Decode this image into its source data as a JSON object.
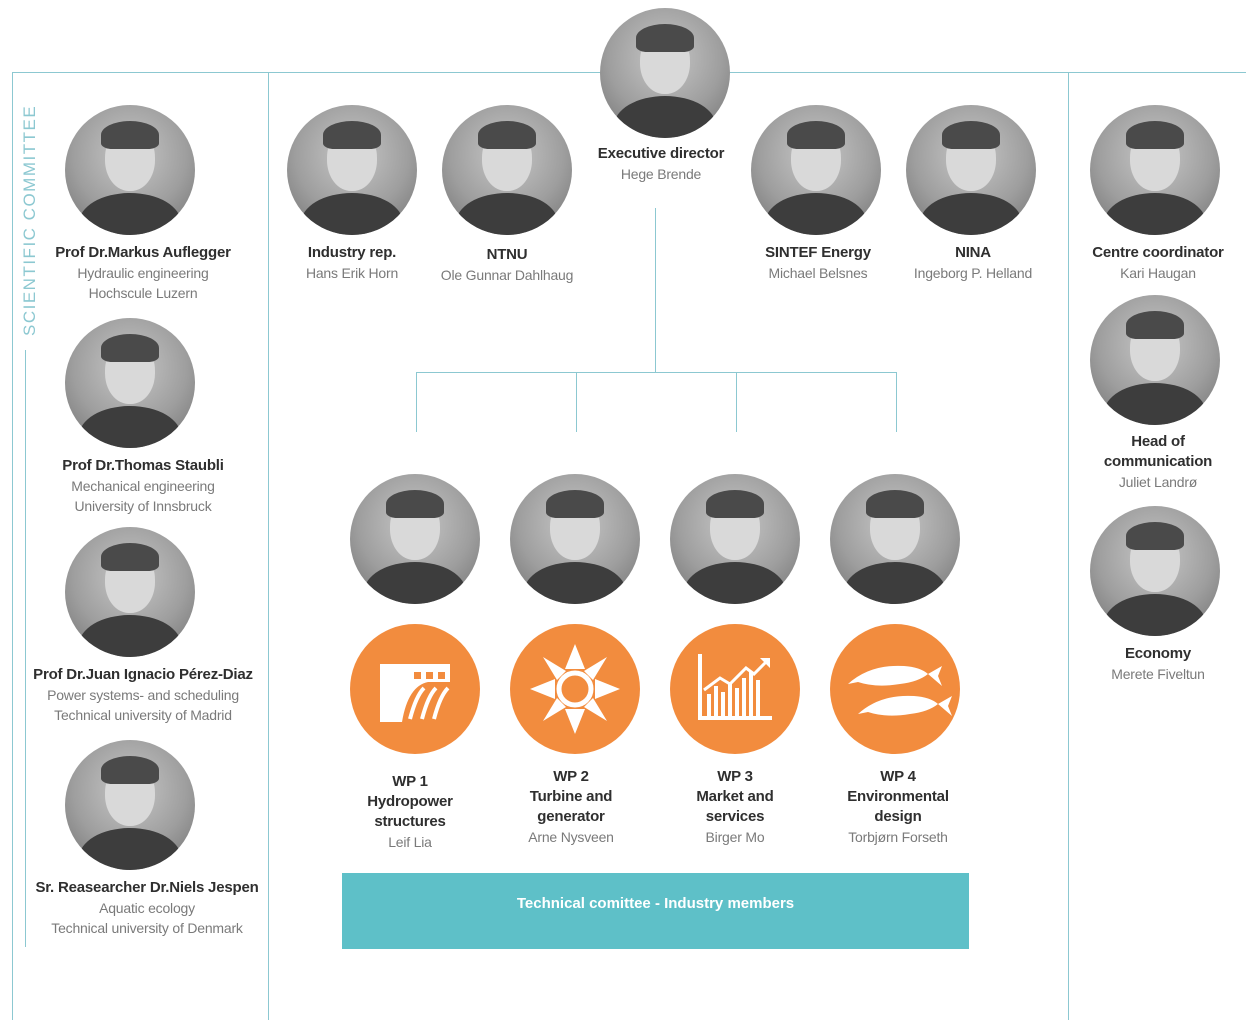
{
  "scientific_committee": {
    "title": "SCIENTIFIC COMMITTEE",
    "members": [
      {
        "name": "Prof Dr.Markus Auflegger",
        "line1": "Hydraulic engineering",
        "line2": "Hochscule Luzern"
      },
      {
        "name": "Prof Dr.Thomas Staubli",
        "line1": "Mechanical engineering",
        "line2": "University of Innsbruck"
      },
      {
        "name": "Prof Dr.Juan Ignacio Pérez-Diaz",
        "line1": "Power systems- and scheduling",
        "line2": "Technical university of Madrid"
      },
      {
        "name": "Sr. Reasearcher Dr.Niels Jespen",
        "line1": "Aquatic ecology",
        "line2": "Technical university of Denmark"
      }
    ]
  },
  "board": {
    "director": {
      "role": "Executive director",
      "name": "Hege Brende"
    },
    "members": [
      {
        "role": "Industry rep.",
        "name": "Hans Erik Horn"
      },
      {
        "role": "NTNU",
        "name": "Ole Gunnar Dahlhaug"
      },
      {
        "role": "SINTEF Energy",
        "name": "Michael Belsnes"
      },
      {
        "role": "NINA",
        "name": "Ingeborg P. Helland"
      }
    ]
  },
  "work_packages": [
    {
      "id": "WP 1",
      "title1": "Hydropower",
      "title2": "structures",
      "leader": "Leif Lia",
      "icon": "dam-icon"
    },
    {
      "id": "WP 2",
      "title1": "Turbine and",
      "title2": "generator",
      "leader": "Arne Nysveen",
      "icon": "turbine-icon"
    },
    {
      "id": "WP 3",
      "title1": "Market and",
      "title2": "services",
      "leader": "Birger Mo",
      "icon": "market-chart-icon"
    },
    {
      "id": "WP 4",
      "title1": "Environmental",
      "title2": "design",
      "leader": "Torbjørn Forseth",
      "icon": "fish-icon"
    }
  ],
  "technical_committee": {
    "label": "Technical comittee  - Industry members"
  },
  "staff": [
    {
      "role1": "Centre coordinator",
      "role2": "",
      "name": "Kari Haugan"
    },
    {
      "role1": "Head of",
      "role2": "communication",
      "name": "Juliet Landrø"
    },
    {
      "role1": "Economy",
      "role2": "",
      "name": "Merete Fiveltun"
    }
  ],
  "colors": {
    "accent_line": "#8cc8d1",
    "wp_orange": "#f28c3e",
    "banner": "#5ec0c8"
  }
}
